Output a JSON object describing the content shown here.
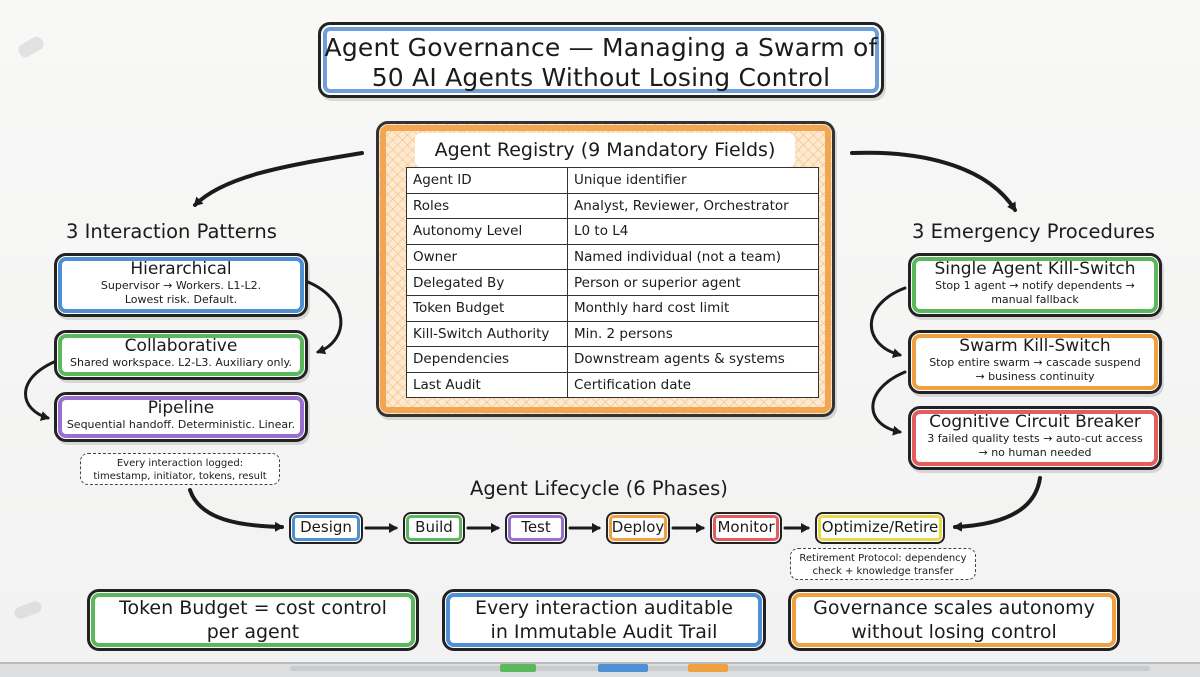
{
  "title": {
    "line1": "Agent Governance — Managing a Swarm of",
    "line2": "50 AI Agents Without Losing Control"
  },
  "registry": {
    "title": "Agent Registry (9 Mandatory Fields)",
    "rows": [
      {
        "field": "Agent ID",
        "value": "Unique identifier"
      },
      {
        "field": "Roles",
        "value": "Analyst, Reviewer, Orchestrator"
      },
      {
        "field": "Autonomy Level",
        "value": "L0 to L4"
      },
      {
        "field": "Owner",
        "value": "Named individual (not a team)"
      },
      {
        "field": "Delegated By",
        "value": "Person or superior agent"
      },
      {
        "field": "Token Budget",
        "value": "Monthly hard cost limit"
      },
      {
        "field": "Kill-Switch Authority",
        "value": "Min. 2 persons"
      },
      {
        "field": "Dependencies",
        "value": "Downstream agents & systems"
      },
      {
        "field": "Last Audit",
        "value": "Certification date"
      }
    ]
  },
  "patterns": {
    "heading": "3 Interaction Patterns",
    "items": [
      {
        "title": "Hierarchical",
        "line1": "Supervisor → Workers. L1-L2.",
        "line2": "Lowest risk. Default.",
        "color": "#4f8fd6"
      },
      {
        "title": "Collaborative",
        "line1": "Shared workspace. L2-L3. Auxiliary only.",
        "line2": "",
        "color": "#5cb85c"
      },
      {
        "title": "Pipeline",
        "line1": "Sequential handoff. Deterministic. Linear.",
        "line2": "",
        "color": "#9a6fd0"
      }
    ],
    "note_line1": "Every interaction logged:",
    "note_line2": "timestamp, initiator, tokens, result"
  },
  "emergency": {
    "heading": "3 Emergency Procedures",
    "items": [
      {
        "title": "Single Agent Kill-Switch",
        "line1": "Stop 1 agent → notify dependents →",
        "line2": "manual fallback",
        "color": "#5cb85c"
      },
      {
        "title": "Swarm Kill-Switch",
        "line1": "Stop entire swarm → cascade suspend",
        "line2": "→ business continuity",
        "color": "#f0a040"
      },
      {
        "title": "Cognitive Circuit Breaker",
        "line1": "3 failed quality tests → auto-cut access",
        "line2": "→ no human needed",
        "color": "#e25d5d"
      }
    ]
  },
  "lifecycle": {
    "heading": "Agent Lifecycle (6 Phases)",
    "phases": [
      {
        "label": "Design",
        "color": "#4f8fd6"
      },
      {
        "label": "Build",
        "color": "#5cb85c"
      },
      {
        "label": "Test",
        "color": "#9a6fd0"
      },
      {
        "label": "Deploy",
        "color": "#f0a040"
      },
      {
        "label": "Monitor",
        "color": "#e25d5d"
      },
      {
        "label": "Optimize/Retire",
        "color": "#e8d84a"
      }
    ],
    "note_line1": "Retirement Protocol: dependency",
    "note_line2": "check + knowledge transfer"
  },
  "takeaways": [
    {
      "line1": "Token Budget = cost control",
      "line2": "per agent",
      "color": "#5cb85c"
    },
    {
      "line1": "Every interaction auditable",
      "line2": "in Immutable Audit Trail",
      "color": "#4f8fd6"
    },
    {
      "line1": "Governance scales autonomy",
      "line2": "without losing control",
      "color": "#f0a040"
    }
  ]
}
